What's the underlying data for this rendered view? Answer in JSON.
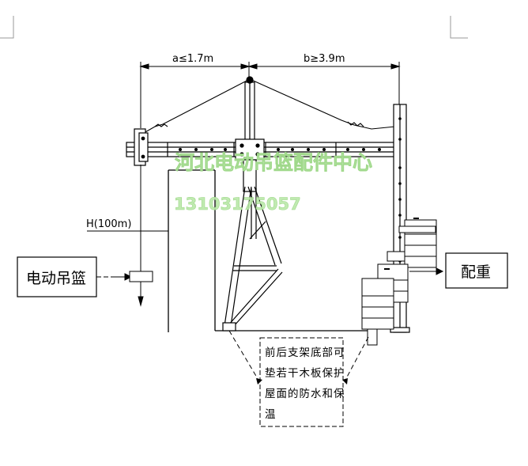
{
  "dimensions": {
    "a": "a≤1.7m",
    "b": "b≥3.9m",
    "h": "H(100m)"
  },
  "labels": {
    "basket": "电动吊篮",
    "counterweight": "配重"
  },
  "note": {
    "lines": [
      "前后支架底部可",
      "垫若干木板保护",
      "屋面的防水和保",
      "温"
    ]
  },
  "watermark": {
    "company": "河北电动吊篮配件中心",
    "phone": "13103175057"
  },
  "colors": {
    "line": "#000000",
    "watermark": "#b9e8a8"
  }
}
